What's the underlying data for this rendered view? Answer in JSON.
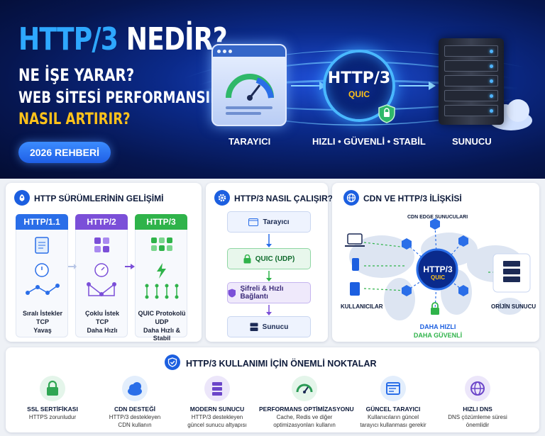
{
  "hero": {
    "title_main": "HTTP/3",
    "title_rest": " NEDİR?",
    "sub1": "NE İŞE YARAR?",
    "sub2": "WEB SİTESİ PERFORMANSINI",
    "sub3": "NASIL ARTIRIR?",
    "pill": "2026 REHBERİ",
    "browser_label": "TARAYICI",
    "center_main": "HTTP/3",
    "center_sub": "QUIC",
    "center_label": "HIZLI • GÜVENLİ • STABİL",
    "server_label": "SUNUCU",
    "colors": {
      "accent": "#2ea8ff",
      "highlight": "#ffc21a",
      "bg": "#061650"
    }
  },
  "versions": {
    "title": "HTTP SÜRÜMLERİNİN GELİŞİMİ",
    "icon": "rocket-icon",
    "items": [
      {
        "name": "HTTP/1.1",
        "color": "#2a6ee8",
        "lines": [
          "Sıralı İstekler",
          "TCP",
          "Yavaş"
        ]
      },
      {
        "name": "HTTP/2",
        "color": "#7b4fd8",
        "lines": [
          "Çoklu İstek",
          "TCP",
          "Daha Hızlı"
        ]
      },
      {
        "name": "HTTP/3",
        "color": "#2fb34a",
        "lines": [
          "QUIC Protokolü",
          "UDP",
          "Daha Hızlı & Stabil"
        ]
      }
    ]
  },
  "how": {
    "title": "HTTP/3 NASIL ÇALIŞIR?",
    "icon": "gear-icon",
    "steps": [
      {
        "label": "Tarayıcı",
        "icon": "browser-icon"
      },
      {
        "label": "QUIC (UDP)",
        "icon": "lock-icon"
      },
      {
        "label": "Şifreli & Hızlı Bağlantı",
        "icon": "shield-icon"
      },
      {
        "label": "Sunucu",
        "icon": "server-icon"
      }
    ]
  },
  "cdn": {
    "title": "CDN VE HTTP/3 İLİŞKİSİ",
    "icon": "globe-icon",
    "edge_label": "CDN EDGE SUNUCULARI",
    "users_label": "KULLANICILAR",
    "origin_label": "ORİJİN SUNUCU",
    "center_main": "HTTP/3",
    "center_sub": "QUIC",
    "caption1": "DAHA HIZLI",
    "caption2": "DAHA GÜVENLİ"
  },
  "points": {
    "title": "HTTP/3 KULLANIMI İÇİN ÖNEMLİ NOKTALAR",
    "icon": "shield-check-icon",
    "items": [
      {
        "title": "SSL SERTİFİKASI",
        "desc1": "HTTPS zorunludur",
        "desc2": "",
        "icon": "lock-icon",
        "color": "#e4f5ea",
        "fg": "#2fa653"
      },
      {
        "title": "CDN DESTEĞİ",
        "desc1": "HTTP/3 destekleyen",
        "desc2": "CDN kullanın",
        "icon": "cloud-icon",
        "color": "#e3eefc",
        "fg": "#2a6ee8"
      },
      {
        "title": "MODERN SUNUCU",
        "desc1": "HTTP/3 destekleyen",
        "desc2": "güncel sunucu altyapısı",
        "icon": "server-icon",
        "color": "#ece6fa",
        "fg": "#6b45c9"
      },
      {
        "title": "PERFORMANS OPTİMİZASYONU",
        "desc1": "Cache, Redis ve diğer",
        "desc2": "optimizasyonları kullanın",
        "icon": "gauge-icon",
        "color": "#e4f5ea",
        "fg": "#2a9a55"
      },
      {
        "title": "GÜNCEL TARAYICI",
        "desc1": "Kullanıcıların güncel",
        "desc2": "tarayıcı kullanması gerekir",
        "icon": "browser-icon",
        "color": "#e3eefc",
        "fg": "#2a6ee8"
      },
      {
        "title": "HIZLI DNS",
        "desc1": "DNS çözümleme süresi",
        "desc2": "önemlidir",
        "icon": "globe-icon",
        "color": "#ece6fa",
        "fg": "#6b45c9"
      }
    ]
  }
}
